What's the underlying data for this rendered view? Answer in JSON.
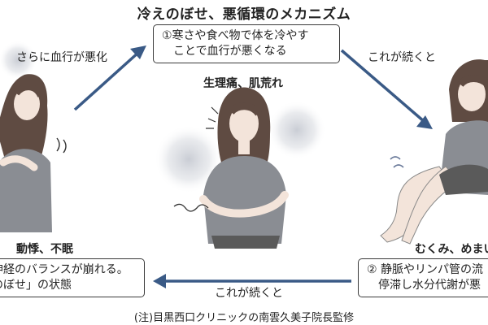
{
  "title": "冷えのぼせ、悪循環のメカニズム",
  "steps": {
    "step1": {
      "line1": "①寒さや食べ物で体を冷やす",
      "line2": "ことで血行が悪くなる",
      "symptom": "生理痛、肌荒れ"
    },
    "step2": {
      "line1": "② 静脈やリンパ管の流",
      "line2": "停滞し水分代謝が悪",
      "symptom": "むくみ、めまい"
    },
    "step3": {
      "line1": "神経のバランスが崩れる。",
      "line2": "のぼせ」の状態",
      "symptom": "動悸、不眠"
    }
  },
  "arrows": {
    "left_to_top": "さらに血行が悪化",
    "top_to_right": "これが続くと",
    "right_to_left": "これが続くと"
  },
  "footnote": "(注)目黒西口クリニックの南雲久美子院長監修"
}
